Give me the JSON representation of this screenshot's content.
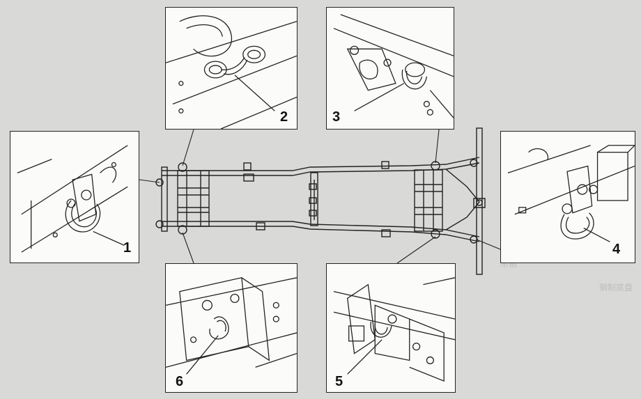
{
  "callouts": [
    {
      "id": "1",
      "label": "1"
    },
    {
      "id": "2",
      "label": "2"
    },
    {
      "id": "3",
      "label": "3"
    },
    {
      "id": "4",
      "label": "4"
    },
    {
      "id": "5",
      "label": "5"
    },
    {
      "id": "6",
      "label": "6"
    }
  ],
  "background_text": [
    "木钢",
    "钢制底盘"
  ]
}
